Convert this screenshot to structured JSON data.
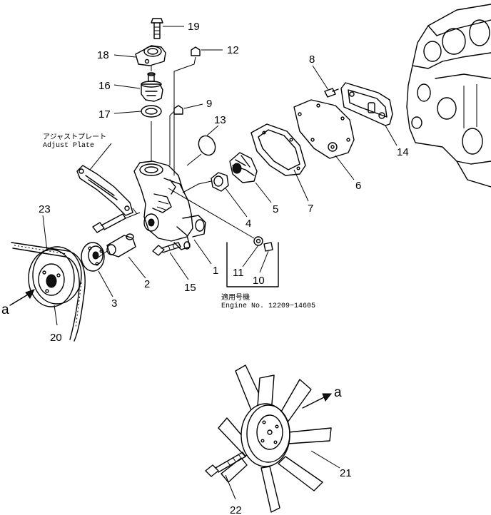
{
  "callouts": [
    "1",
    "2",
    "3",
    "4",
    "5",
    "6",
    "7",
    "8",
    "9",
    "10",
    "11",
    "12",
    "13",
    "14",
    "15",
    "16",
    "17",
    "18",
    "19",
    "20",
    "21",
    "22",
    "23"
  ],
  "view_markers": {
    "a_left": "a",
    "a_right": "a"
  },
  "adjust_plate": {
    "jp": "アジャストプレート",
    "en": "Adjust Plate"
  },
  "applicability": {
    "jp": "適用号機",
    "en": "Engine No. 12209~14605"
  }
}
